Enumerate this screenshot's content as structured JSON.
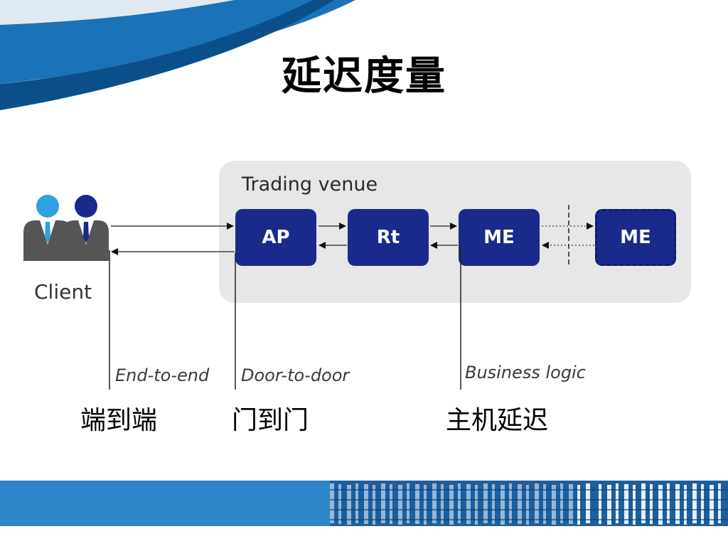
{
  "title": "延迟度量",
  "venue": {
    "label": "Trading venue"
  },
  "client": {
    "label": "Client"
  },
  "nodes": [
    {
      "id": "ap",
      "label": "AP"
    },
    {
      "id": "rt",
      "label": "Rt"
    },
    {
      "id": "me",
      "label": "ME"
    },
    {
      "id": "me2",
      "label": "ME"
    }
  ],
  "measures": [
    {
      "label": "End-to-end",
      "cn": "端到端"
    },
    {
      "label": "Door-to-door",
      "cn": "门到门"
    },
    {
      "label": "Business logic",
      "cn": "主机延迟"
    }
  ],
  "colors": {
    "node": "#1a2a8a",
    "accent": "#2c86c8",
    "panel": "#e7e7e7"
  }
}
